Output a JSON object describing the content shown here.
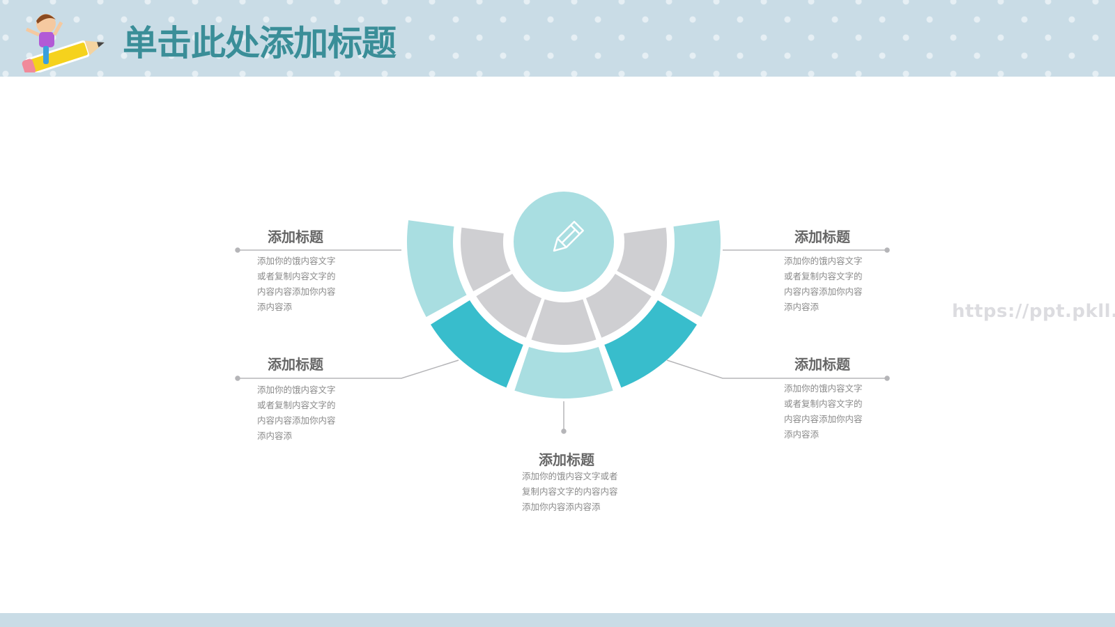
{
  "header": {
    "title": "单击此处添加标题"
  },
  "colors": {
    "header_bg": "#c9dce6",
    "title": "#3a8e98",
    "light_teal": "#a9dee1",
    "dark_teal": "#38bdcc",
    "gray": "#cfcfd2"
  },
  "center_icon": "pencil-icon",
  "items": [
    {
      "title": "添加标题",
      "body": "添加你的饿内容文字或者复制内容文字的内容内容添加你内容添内容添"
    },
    {
      "title": "添加标题",
      "body": "添加你的饿内容文字或者复制内容文字的内容内容添加你内容添内容添"
    },
    {
      "title": "添加标题",
      "body": "添加你的饿内容文字或者复制内容文字的内容内容添加你内容添内容添"
    },
    {
      "title": "添加标题",
      "body": "添加你的饿内容文字或者复制内容文字的内容内容添加你内容添内容添"
    },
    {
      "title": "添加标题",
      "body": "添加你的饿内容文字或者复制内容文字的内容内容添加你内容添内容添"
    }
  ],
  "watermark": "https://ppt.pkll.de"
}
